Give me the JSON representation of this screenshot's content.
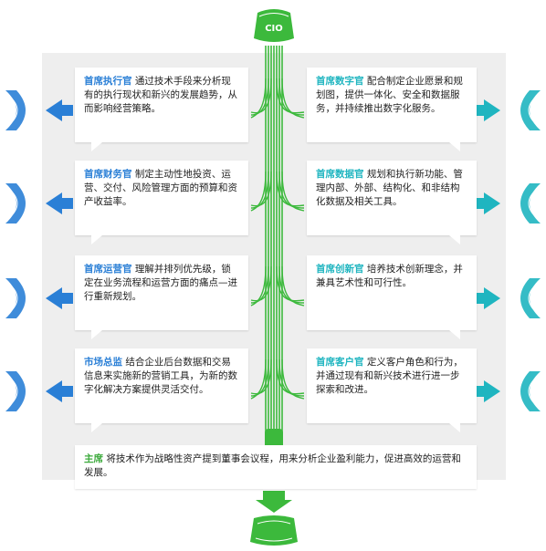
{
  "hub": {
    "label": "CIO"
  },
  "colors": {
    "green": "#3cb93c",
    "blue": "#2a7fd6",
    "teal": "#1fb5c0"
  },
  "left_roles": [
    {
      "title": "首席执行官",
      "text": "通过技术手段来分析现有的执行现状和新兴的发展趋势，从而影响经营策略。"
    },
    {
      "title": "首席财务官",
      "text": "制定主动性地投资、运营、交付、风险管理方面的预算和资产收益率。"
    },
    {
      "title": "首席运营官",
      "text": "理解并排列优先级，锁定在业务流程和运营方面的痛点—进行重新规划。"
    },
    {
      "title": "市场总监",
      "text": "结合企业后台数据和交易信息来实施新的营销工具，为新的数字化解决方案提供灵活交付。"
    }
  ],
  "right_roles": [
    {
      "title": "首席数字官",
      "text": "配合制定企业愿景和规划图，提供一体化、安全和数据服务，并持续推出数字化服务。"
    },
    {
      "title": "首席数据官",
      "text": "规划和执行新功能、管理内部、外部、结构化、和非结构化数据及相关工具。"
    },
    {
      "title": "首席创新官",
      "text": "培养技术创新理念，并兼具艺术性和可行性。"
    },
    {
      "title": "首席客户官",
      "text": "定义客户角色和行为，并通过现有和新兴技术进行进一步探索和改进。"
    }
  ],
  "bottom_role": {
    "title": "主席",
    "text": "将技术作为战略性资产提到董事会议程，用来分析企业盈利能力，促进高效的运营和发展。"
  }
}
